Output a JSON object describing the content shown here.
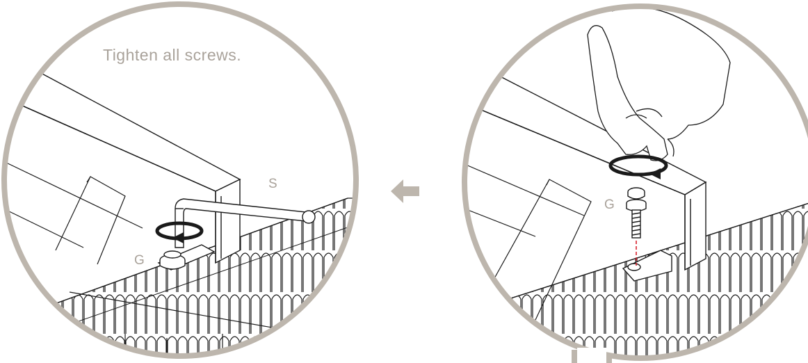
{
  "caption": "Tighten all screws.",
  "labels": {
    "screw_left": "G",
    "tool": "S",
    "screw_right": "G"
  },
  "icons": {
    "step_arrow": "arrow-left-icon",
    "rotation": "rotate-clockwise-icon"
  },
  "colors": {
    "circle_frame": "#bdb6ad",
    "caption_text": "#a9a29a",
    "line_art": "#1a1a1a",
    "step_arrow": "#bdb6ad",
    "guide_line": "#d9232e"
  }
}
